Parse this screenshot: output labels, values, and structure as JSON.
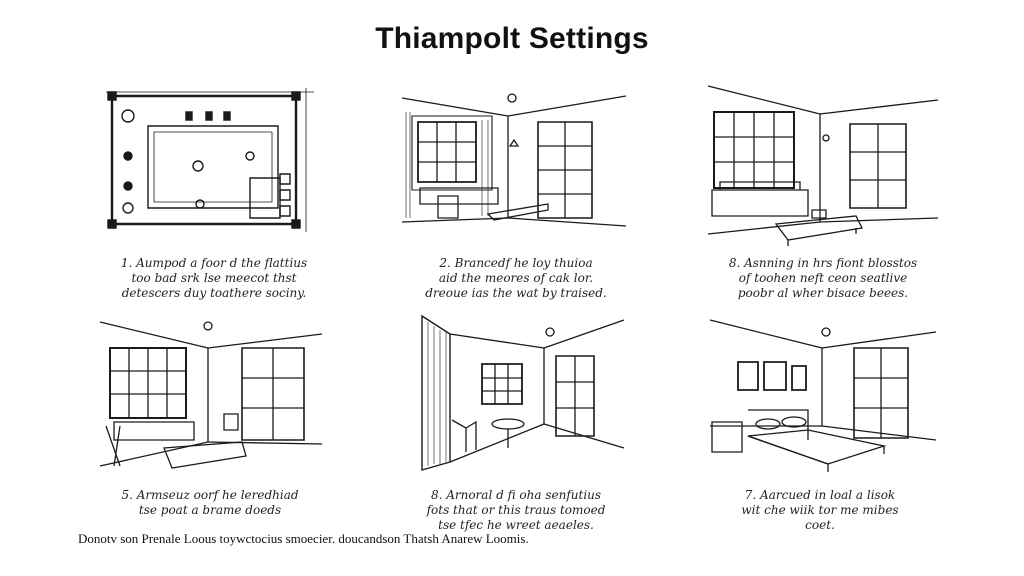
{
  "title": "Thiampolt Settings",
  "panels": [
    {
      "caption": [
        "1. Aumpod a foor d the flattius",
        "too bad srk lse meecot thst",
        "detescers duy toathere sociny."
      ]
    },
    {
      "caption": [
        "2. Brancedf he loy thuioa",
        "aid the meores of cak lor.",
        "dreoue ias the wat by traised."
      ]
    },
    {
      "caption": [
        "8. Asnning in hrs fiont blosstos",
        "of toohen neft ceon seatlive",
        "poobr al wher bisace beees."
      ]
    },
    {
      "caption": [
        "5. Armseuz oorf he leredhiad",
        "tse poat a brame doeds",
        ""
      ]
    },
    {
      "caption": [
        "8. Arnoral d fi oha senfutius",
        "fots that or this traus tomoed",
        "tse tfec he wreet aeaeles."
      ]
    },
    {
      "caption": [
        "7. Aarcued in loal a lisok",
        "wit che wiik tor me mibes",
        "coet."
      ]
    }
  ],
  "footer": "Donotv son Prenale Loous toywctocius smoecier. doucandson Thatsh Anarew Loomis."
}
